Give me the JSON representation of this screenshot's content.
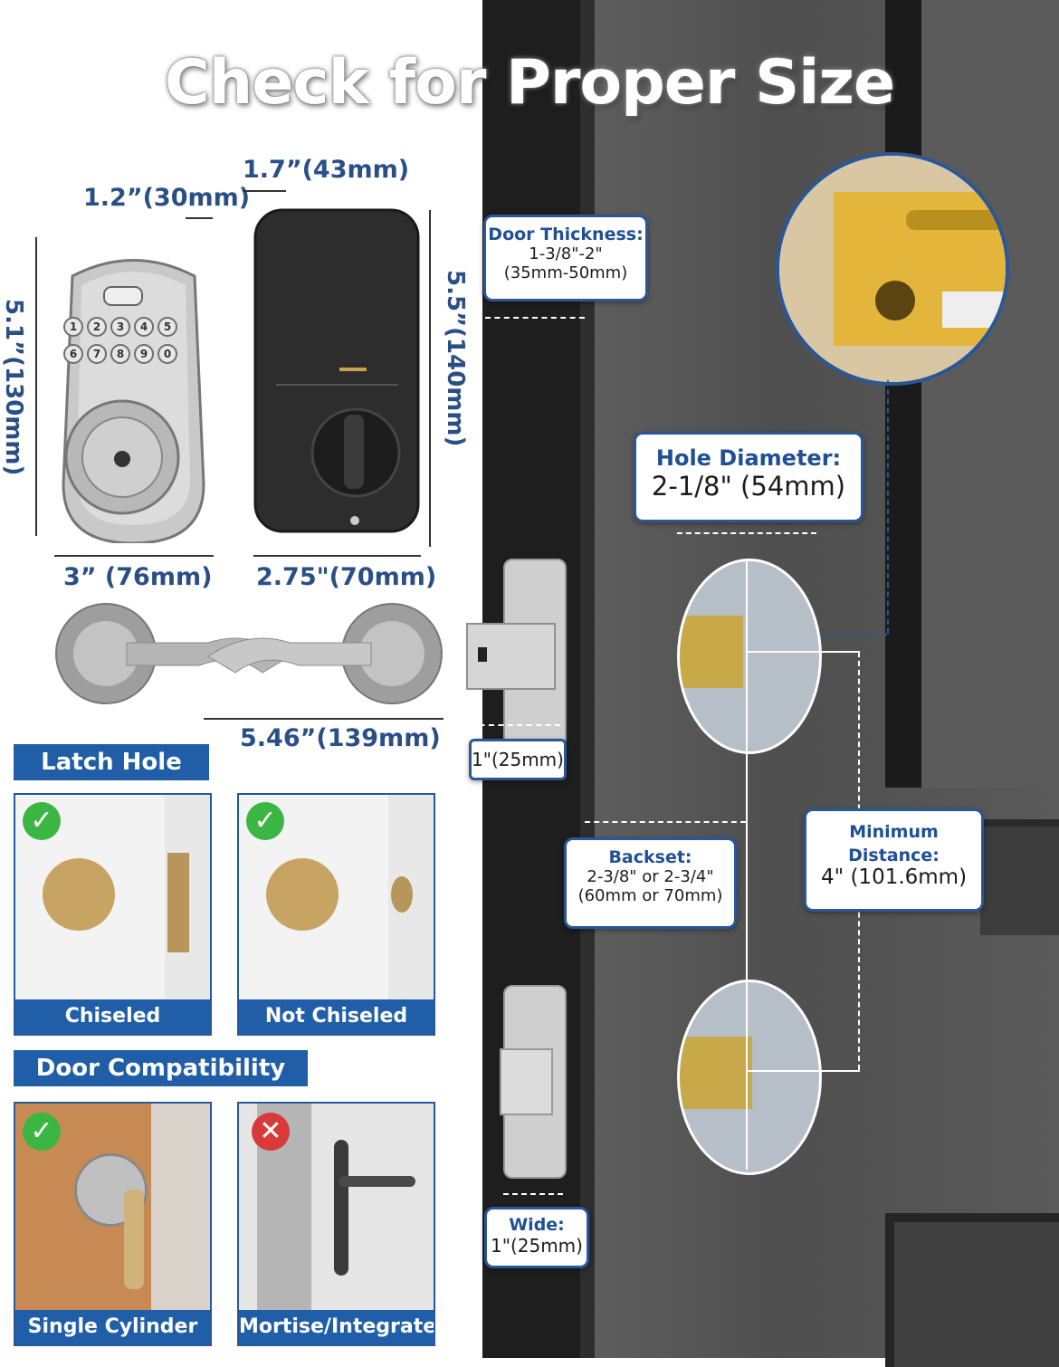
{
  "title": "Check for Proper Size",
  "product": {
    "keypad_depth": "1.2”(30mm)",
    "interior_depth": "1.7”(43mm)",
    "keypad_height": "5.1”(130mm)",
    "interior_height": "5.5”(140mm)",
    "keypad_width": "3” (76mm)",
    "interior_width": "2.75\"(70mm)",
    "handle_length": "5.46”(139mm)",
    "keypad_keys": [
      "1",
      "2",
      "3",
      "4",
      "5",
      "6",
      "7",
      "8",
      "9",
      "0"
    ]
  },
  "latch": {
    "width_label": "1\"(25mm)"
  },
  "callouts": {
    "door_thickness": {
      "heading": "Door Thickness:",
      "line1": "1-3/8\"-2\"",
      "line2": "(35mm-50mm)"
    },
    "hole_diameter": {
      "heading": "Hole Diameter:",
      "value": "2-1/8\" (54mm)"
    },
    "backset": {
      "heading": "Backset:",
      "line1": "2-3/8\" or 2-3/4\"",
      "line2": "(60mm or 70mm)"
    },
    "minimum_distance": {
      "heading1": "Minimum",
      "heading2": "Distance:",
      "value": "4\" (101.6mm)"
    },
    "wide": {
      "heading": "Wide:",
      "value": "1\"(25mm)"
    }
  },
  "latch_hole": {
    "label": "Latch Hole",
    "panels": [
      {
        "caption": "Chiseled",
        "status": "check"
      },
      {
        "caption": "Not Chiseled",
        "status": "check"
      }
    ]
  },
  "door_compatibility": {
    "label": "Door Compatibility",
    "panels": [
      {
        "caption": "Single Cylinder",
        "status": "check"
      },
      {
        "caption": "Mortise/Integrated",
        "status": "cross"
      }
    ]
  },
  "colors": {
    "accent": "#215ea8",
    "door": "#565656",
    "frame": "#1c1c1c",
    "check": "#3cb643",
    "cross": "#d83a3a"
  }
}
